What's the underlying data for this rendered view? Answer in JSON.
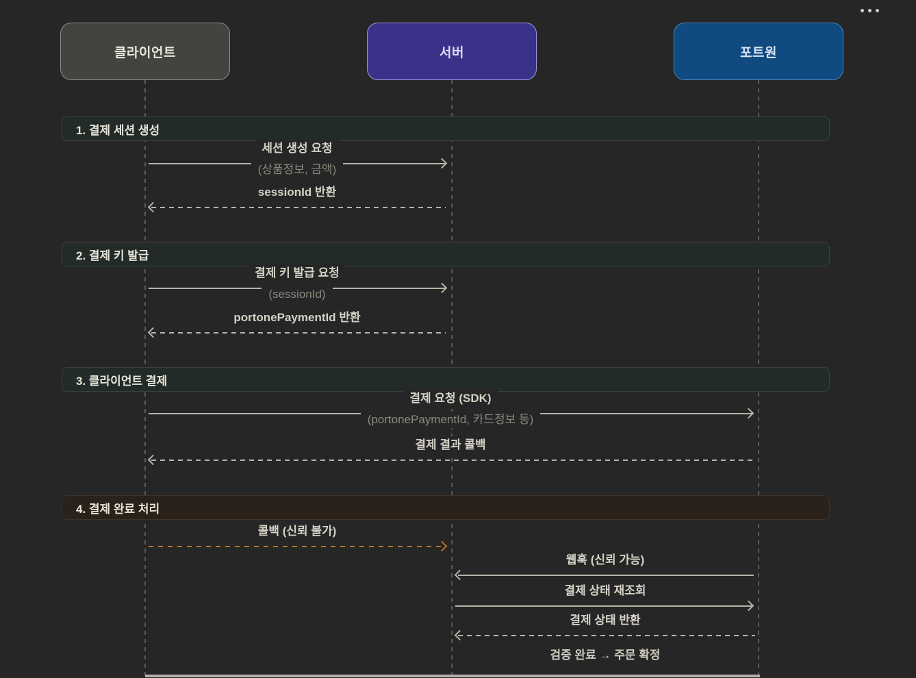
{
  "diagram": {
    "type": "payment-sequence-diagram",
    "background": "#262626"
  },
  "toolbar": {
    "more_options_icon": "more-options (three dots)"
  },
  "actors": [
    {
      "id": "client",
      "label": "클라이언트",
      "fill": "#434340",
      "border": "#8e8e85",
      "text_color": "#eae8dc"
    },
    {
      "id": "server",
      "label": "서버",
      "fill": "#3a3189",
      "border": "#9d98dc",
      "text_color": "#dedbf8"
    },
    {
      "id": "portone",
      "label": "포트원",
      "fill": "#114a80",
      "border": "#4787c2",
      "text_color": "#d9e6f5"
    }
  ],
  "sections": [
    {
      "label": "1. 결제 세션 생성",
      "bg": "#232b29"
    },
    {
      "label": "2. 결제 키 발급",
      "bg": "#232b29"
    },
    {
      "label": "3. 클라이언트 결제",
      "bg": "#232b29"
    },
    {
      "label": "4. 결제 완료 처리",
      "bg": "#2b211b"
    }
  ],
  "messages": [
    {
      "from": "클라이언트",
      "to": "서버",
      "line": "solid",
      "title": "세션 생성 요청",
      "param": "(상품정보, 금액)"
    },
    {
      "from": "서버",
      "to": "클라이언트",
      "line": "dashed",
      "title": "sessionId 반환",
      "param": ""
    },
    {
      "from": "클라이언트",
      "to": "서버",
      "line": "solid",
      "title": "결제 키 발급 요청",
      "param": "(sessionId)"
    },
    {
      "from": "서버",
      "to": "클라이언트",
      "line": "dashed",
      "title": "portonePaymentId 반환",
      "param": ""
    },
    {
      "from": "클라이언트",
      "to": "포트원",
      "line": "solid",
      "title": "결제 요청 (SDK)",
      "param": "(portonePaymentId, 카드정보 등)"
    },
    {
      "from": "포트원",
      "to": "클라이언트",
      "line": "dashed",
      "title": "결제 결과 콜백",
      "param": ""
    },
    {
      "from": "클라이언트",
      "to": "서버",
      "line": "dashed",
      "title": "콜백 (신뢰 불가)",
      "param": "",
      "color": "#b5762c"
    },
    {
      "from": "포트원",
      "to": "서버",
      "line": "solid",
      "title": "웹훅 (신뢰 가능)",
      "param": ""
    },
    {
      "from": "서버",
      "to": "포트원",
      "line": "solid",
      "title": "결제 상태 재조회",
      "param": ""
    },
    {
      "from": "포트원",
      "to": "서버",
      "line": "dashed",
      "title": "결제 상태 반환",
      "param": ""
    }
  ],
  "note": {
    "text": "검증 완료 → 주문 확정"
  },
  "colors": {
    "arrow_line": "#b7b5aa",
    "arrow_line_warning": "#b5762c",
    "label_primary": "#d4d1c6",
    "label_secondary": "#8b887d",
    "section_header_teal": "#232b29",
    "section_header_brown": "#2b211b",
    "lifeline": "#565c58"
  }
}
